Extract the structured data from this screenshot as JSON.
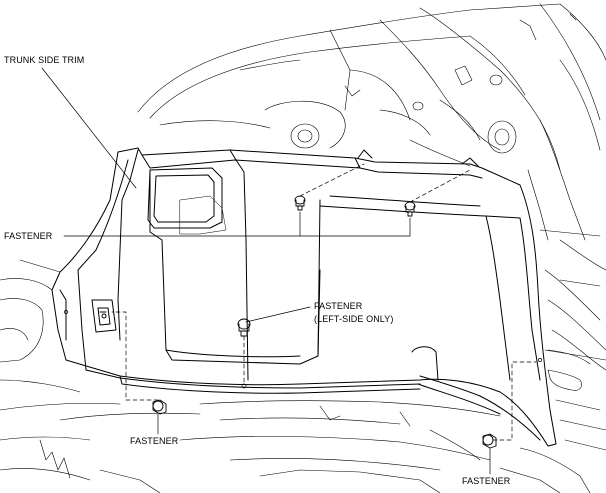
{
  "labels": {
    "trunk_side_trim": "TRUNK SIDE TRIM",
    "fastener_upper": "FASTENER",
    "fastener_left_side": "FASTENER",
    "fastener_left_side_note": "(LEFT-SIDE ONLY)",
    "fastener_lower_left": "FASTENER",
    "fastener_lower_right": "FASTENER"
  },
  "colors": {
    "line": "#000000",
    "background": "#ffffff"
  }
}
